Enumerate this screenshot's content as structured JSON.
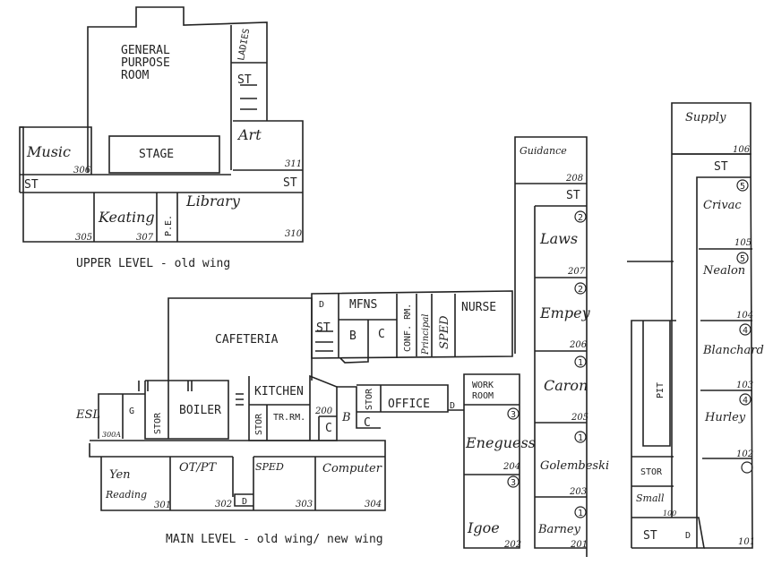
{
  "upper": {
    "caption": "UPPER LEVEL - old wing",
    "gpr": [
      "GENERAL",
      "PURPOSE",
      "ROOM"
    ],
    "ladies": "LADIES",
    "st_top": "ST",
    "art": "Art",
    "art_no": "311",
    "music": "Music",
    "music_no": "306",
    "stage": "STAGE",
    "st_left": "ST",
    "st_right": "ST",
    "r305": "305",
    "keating": "Keating",
    "keating_no": "307",
    "pe": "P.E.",
    "library": "Library",
    "library_no": "310"
  },
  "main": {
    "caption": "MAIN LEVEL - old wing/ new wing",
    "cafeteria": "CAFETERIA",
    "d1": "D",
    "mfns": "MFNS",
    "st": "ST",
    "b1": "B",
    "c1": "C",
    "conf": "CONF. RM.",
    "principal": "Principal",
    "sped1": "SPED",
    "nurse": "NURSE",
    "esl": "ESL",
    "esl_no": "300A",
    "g": "G",
    "stor1": "STOR",
    "boiler": "BOILER",
    "kitchen": "KITCHEN",
    "stor2": "STOR",
    "trrm": "TR.RM.",
    "r200": "200",
    "c2": "C",
    "b2": "B",
    "stor3": "STOR",
    "c3": "C",
    "office": "OFFICE",
    "d2": "D",
    "d3": "D",
    "yen": "Yen",
    "reading": "Reading",
    "reading_no": "301",
    "otpt": "OT/PT",
    "otpt_no": "302",
    "sped2": "SPED",
    "sped2_no": "303",
    "computer": "Computer",
    "computer_no": "304",
    "workroom": [
      "WORK",
      "ROOM"
    ],
    "eneguess": "Eneguess",
    "eneguess_no": "204",
    "eneguess_grade": "3",
    "igoe": "Igoe",
    "igoe_no": "202",
    "igoe_grade": "3",
    "guidance": "Guidance",
    "guidance_no": "208",
    "st2": "ST",
    "laws": "Laws",
    "laws_no": "207",
    "laws_grade": "2",
    "empey": "Empey",
    "empey_no": "206",
    "empey_grade": "2",
    "caron": "Caron",
    "caron_no": "205",
    "caron_grade": "1",
    "golembeski": "Golembeski",
    "golembeski_no": "203",
    "golembeski_grade": "1",
    "barney": "Barney",
    "barney_no": "201",
    "barney_grade": "1",
    "supply": "Supply",
    "supply_no": "106",
    "st3": "ST",
    "crivac": "Crivac",
    "crivac_no": "105",
    "crivac_grade": "5",
    "nealon": "Nealon",
    "nealon_no": "104",
    "nealon_grade": "5",
    "blanchard": "Blanchard",
    "blanchard_no": "103",
    "blanchard_grade": "4",
    "hurley": "Hurley",
    "hurley_no": "102",
    "hurley_grade": "4",
    "r101": "101",
    "r101_grade": "",
    "pit": "PIT",
    "stor4": "STOR",
    "small": "Small",
    "small_no": "100",
    "st4": "ST",
    "d4": "D"
  }
}
